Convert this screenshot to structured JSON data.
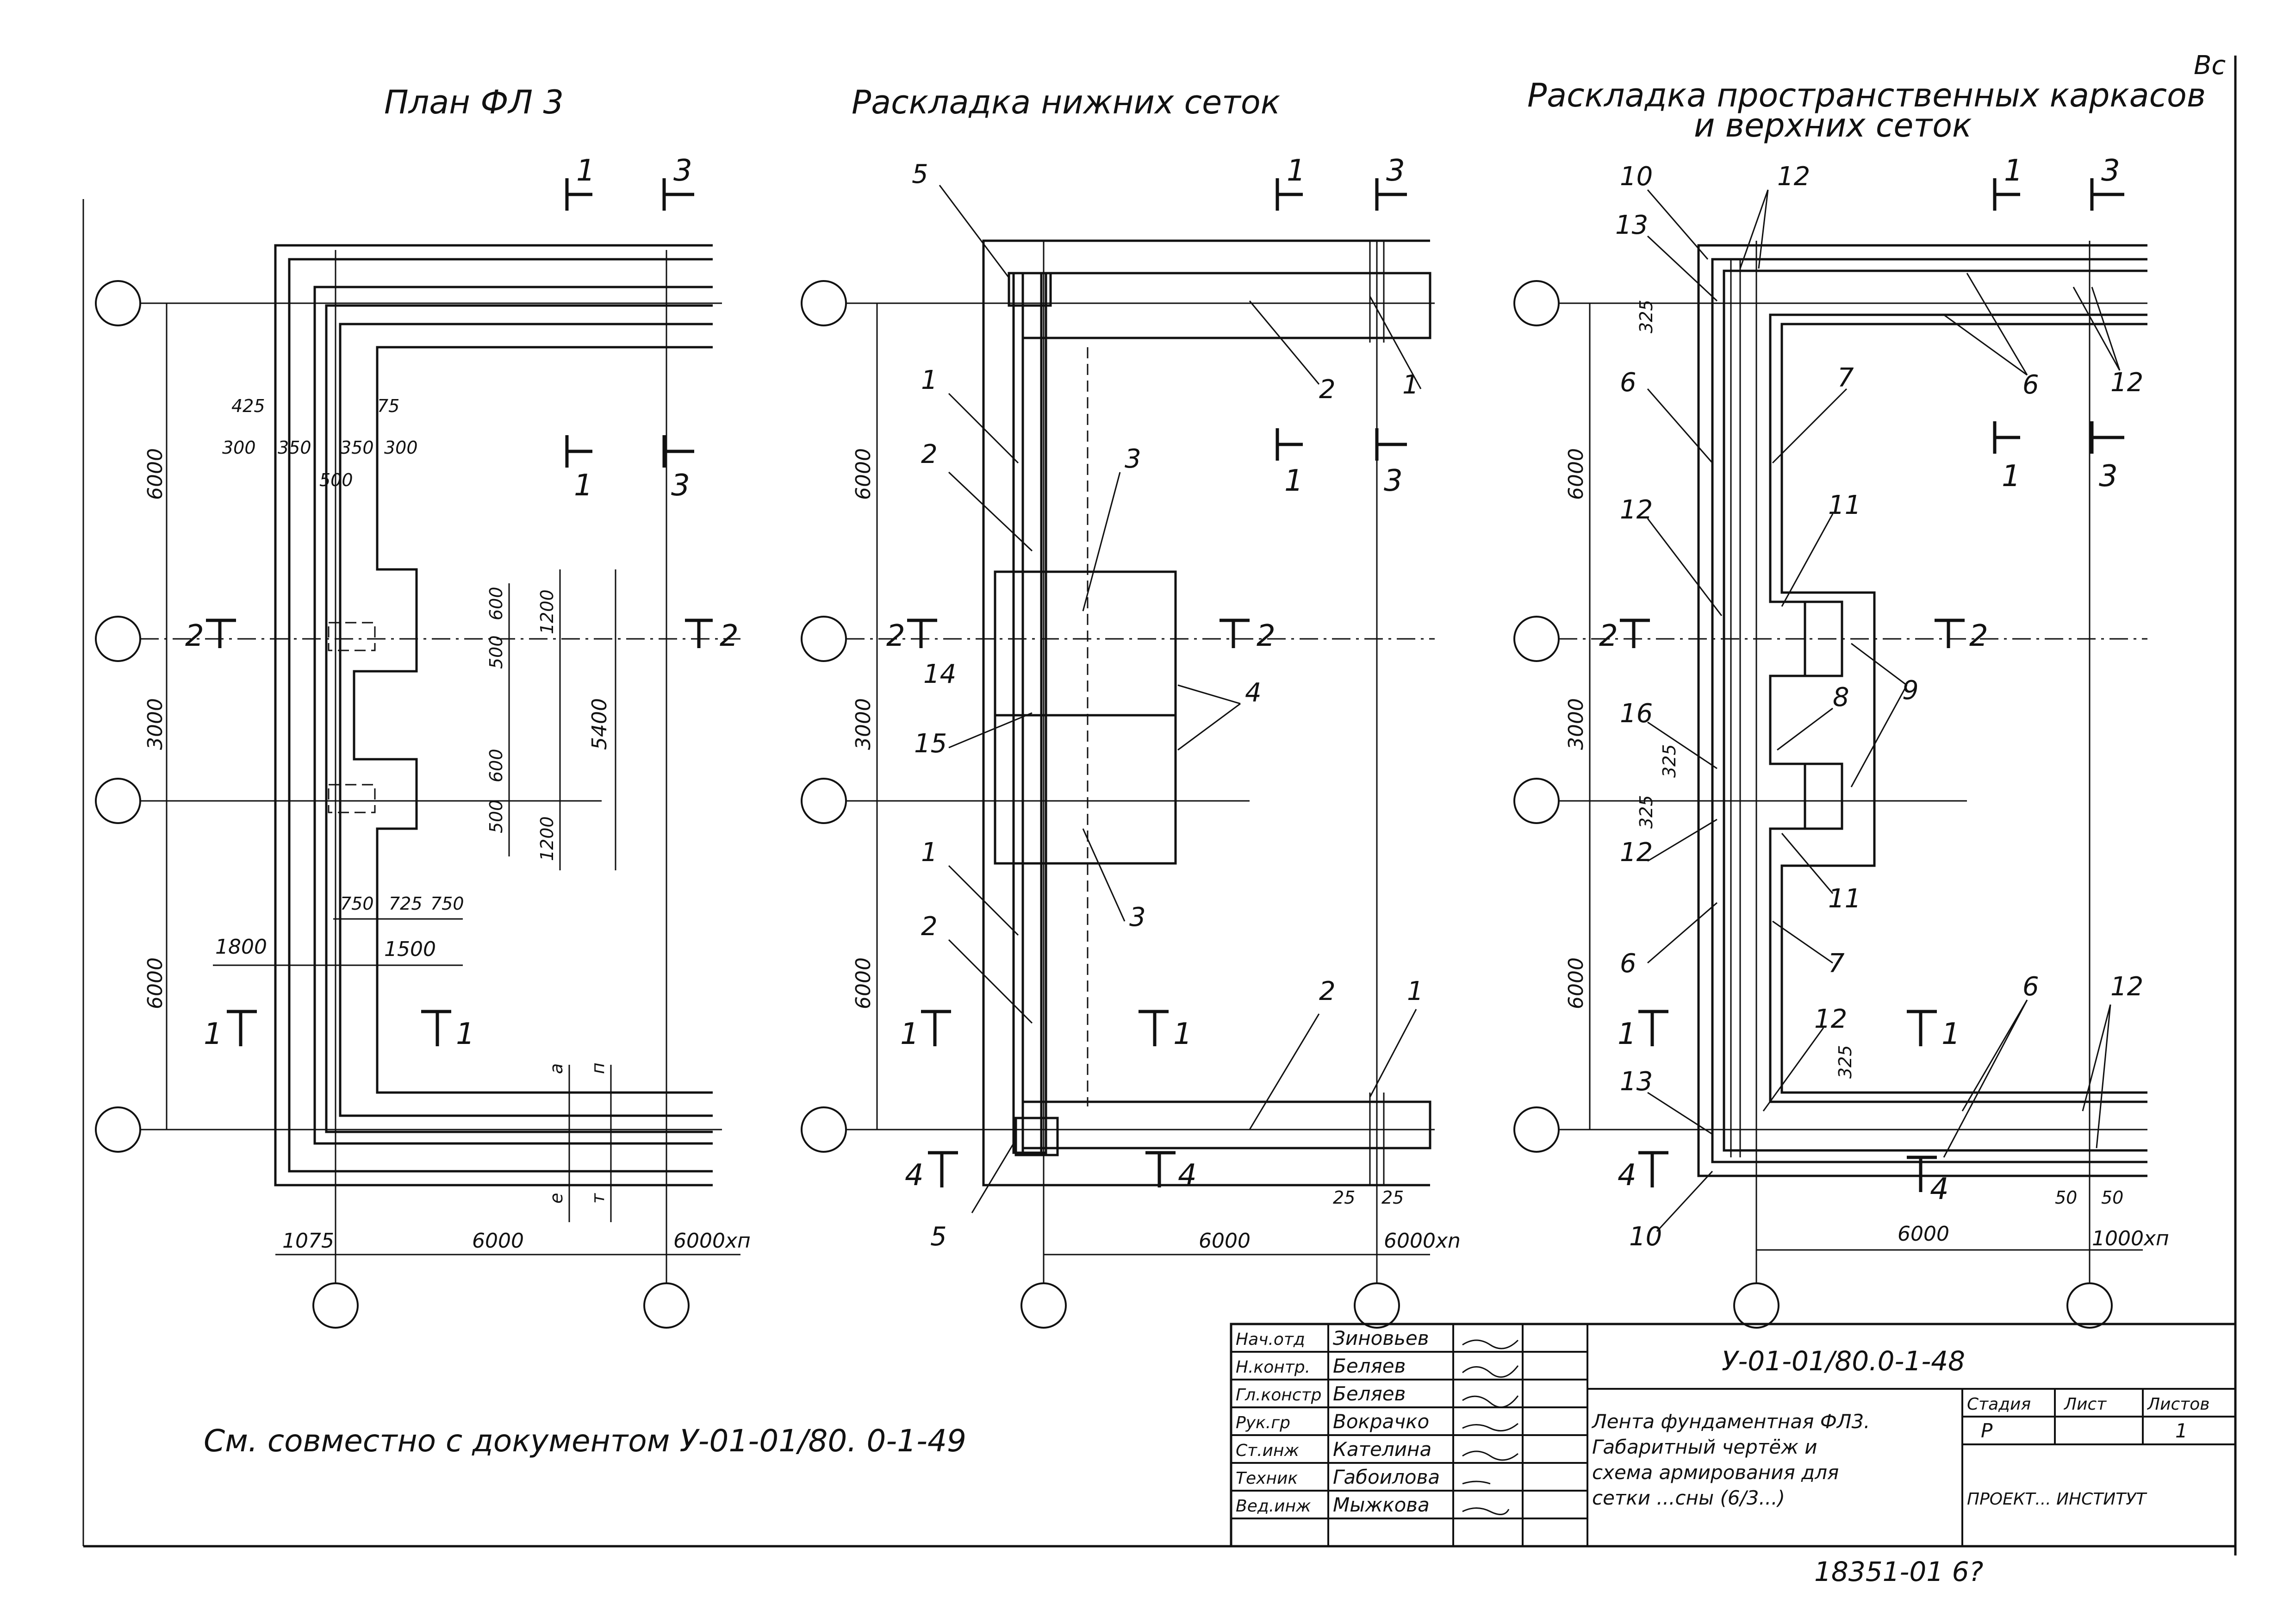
{
  "corner_mark": "Вс",
  "views": {
    "plan": {
      "title": "План ФЛ 3",
      "dims_vertical": [
        "6000",
        "3000",
        "6000"
      ],
      "dims_top": [
        "425",
        "75",
        "300",
        "350",
        "350",
        "300",
        "500"
      ],
      "dims_right": [
        "1200",
        "500",
        "600",
        "5400",
        "500",
        "600",
        "1200"
      ],
      "dims_mid": [
        "750",
        "725",
        "750",
        "1800",
        "1500"
      ],
      "dims_bottom_small": [
        "а",
        "п",
        "е",
        "т"
      ],
      "dims_bottom": [
        "1075",
        "6000",
        "6000хп"
      ],
      "sections": [
        "1",
        "3",
        "1",
        "3",
        "2",
        "2",
        "1",
        "1"
      ]
    },
    "bottom_mesh": {
      "title": "Раскладка нижних сеток",
      "dims_vertical": [
        "6000",
        "3000",
        "6000"
      ],
      "dims_bottom": [
        "25",
        "25",
        "6000",
        "6000хn"
      ],
      "callouts": [
        "5",
        "1",
        "2",
        "3",
        "2",
        "1",
        "14",
        "4",
        "15",
        "1",
        "3",
        "2",
        "2",
        "1",
        "5"
      ],
      "sections": [
        "1",
        "3",
        "1",
        "3",
        "2",
        "2",
        "1",
        "1",
        "4",
        "4"
      ]
    },
    "frames_mesh": {
      "title_line1": "Раскладка пространственных каркасов",
      "title_line2": "и верхних сеток",
      "dims_vertical": [
        "6000",
        "3000",
        "6000"
      ],
      "dims_small": [
        "325",
        "325",
        "325",
        "325"
      ],
      "dims_bottom": [
        "50",
        "50",
        "6000",
        "1000хп"
      ],
      "callouts": [
        "10",
        "12",
        "13",
        "6",
        "12",
        "7",
        "6",
        "12",
        "12",
        "11",
        "16",
        "8",
        "9",
        "12",
        "11",
        "6",
        "7",
        "12",
        "6",
        "12",
        "13",
        "10"
      ],
      "sections": [
        "1",
        "3",
        "1",
        "3",
        "2",
        "2",
        "1",
        "1",
        "4",
        "4"
      ]
    }
  },
  "note": "См. совместно с документом У-01-01/80. 0-1-49",
  "title_block": {
    "code": "У-01-01/80.0-1-48",
    "roles": [
      "Нач.отд",
      "Н.контр.",
      "Гл.констр",
      "Рук.гр",
      "Ст.инж",
      "Техник",
      "Вед.инж"
    ],
    "names": [
      "Зиновьев",
      "Беляев",
      "Беляев",
      "Вокрачко",
      "Кателина",
      "Габоилова",
      "Мыжкова"
    ],
    "description": [
      "Лента фундаментная ФЛ3.",
      "Габаритный чертёж и",
      "схема армирования для",
      "сетки ...сны (6/3...)"
    ],
    "stage_header": "Стадия",
    "sheet_header": "Лист",
    "sheets_header": "Листов",
    "stage": "Р",
    "sheet": "",
    "sheets": "1",
    "organization": "ПРОЕКТ... ИНСТИТУТ"
  },
  "archive_number": "18351-01 6?"
}
